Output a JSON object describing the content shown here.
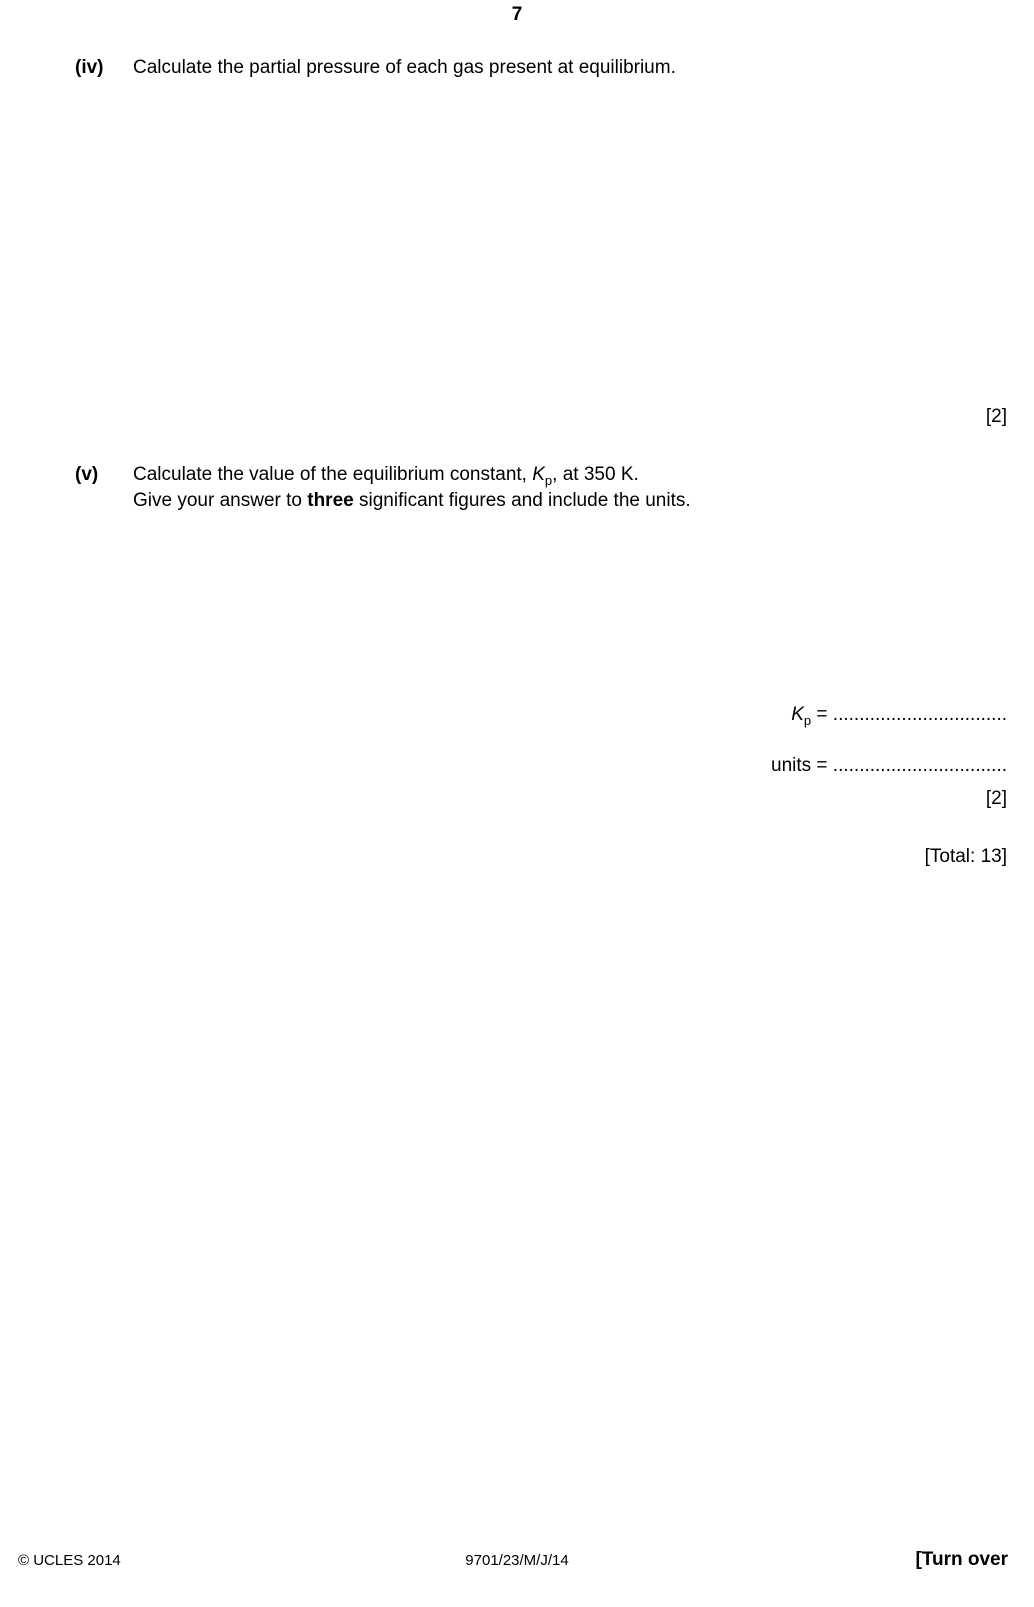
{
  "page": {
    "number": "7"
  },
  "question_iv": {
    "label": "(iv)",
    "text": "Calculate the partial pressure of each gas present at equilibrium.",
    "marks": "[2]"
  },
  "question_v": {
    "label": "(v)",
    "line1_before": "Calculate the value of the equilibrium constant, ",
    "k_symbol": "K",
    "k_subscript": "p",
    "line1_after": ", at 350 K.",
    "line2_before": "Give your answer to ",
    "line2_bold": "three",
    "line2_after": " significant figures and include the units.",
    "marks": "[2]"
  },
  "answer_fields": {
    "kp_symbol": "K",
    "kp_subscript": "p",
    "kp_equals": " = ",
    "kp_dotted_line": ".................................",
    "units_label": "units = ",
    "units_dotted_line": "................................."
  },
  "total": "[Total: 13]",
  "footer": {
    "copyright": "© UCLES 2014",
    "paper_code": "9701/23/M/J/14",
    "turn_over": "[Turn over"
  }
}
